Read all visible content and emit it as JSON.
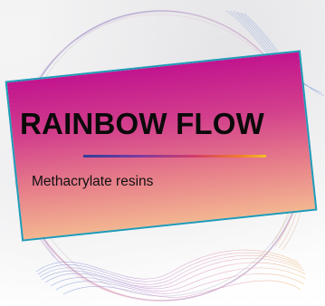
{
  "product": {
    "title": "RAINBOW FLOW",
    "subtitle": "Methacrylate resins"
  },
  "colors": {
    "banner_top": "#c2148e",
    "banner_bottom": "#f3b691",
    "banner_border": "#1e9bb8",
    "text": "#0a0a0a"
  },
  "icons": [
    "ring-icon",
    "wave-lines-icon",
    "rainbow-divider"
  ]
}
